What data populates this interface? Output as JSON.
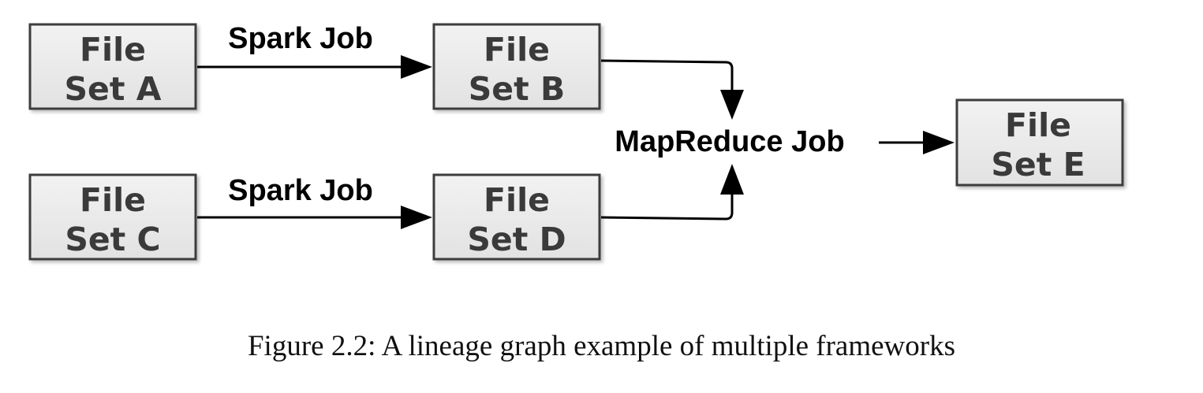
{
  "nodes": {
    "a": {
      "line1": "File",
      "line2": "Set A"
    },
    "b": {
      "line1": "File",
      "line2": "Set B"
    },
    "c": {
      "line1": "File",
      "line2": "Set C"
    },
    "d": {
      "line1": "File",
      "line2": "Set D"
    },
    "e": {
      "line1": "File",
      "line2": "Set E"
    }
  },
  "edges": {
    "a_to_b": "Spark Job",
    "c_to_d": "Spark Job",
    "to_e": "MapReduce Job"
  },
  "caption": "Figure 2.2: A lineage graph example of multiple frameworks",
  "colors": {
    "node_fill_top": "#f2f2f2",
    "node_fill_bottom": "#e2e2e2",
    "node_border": "#3c3c3c",
    "arrow": "#000000"
  }
}
